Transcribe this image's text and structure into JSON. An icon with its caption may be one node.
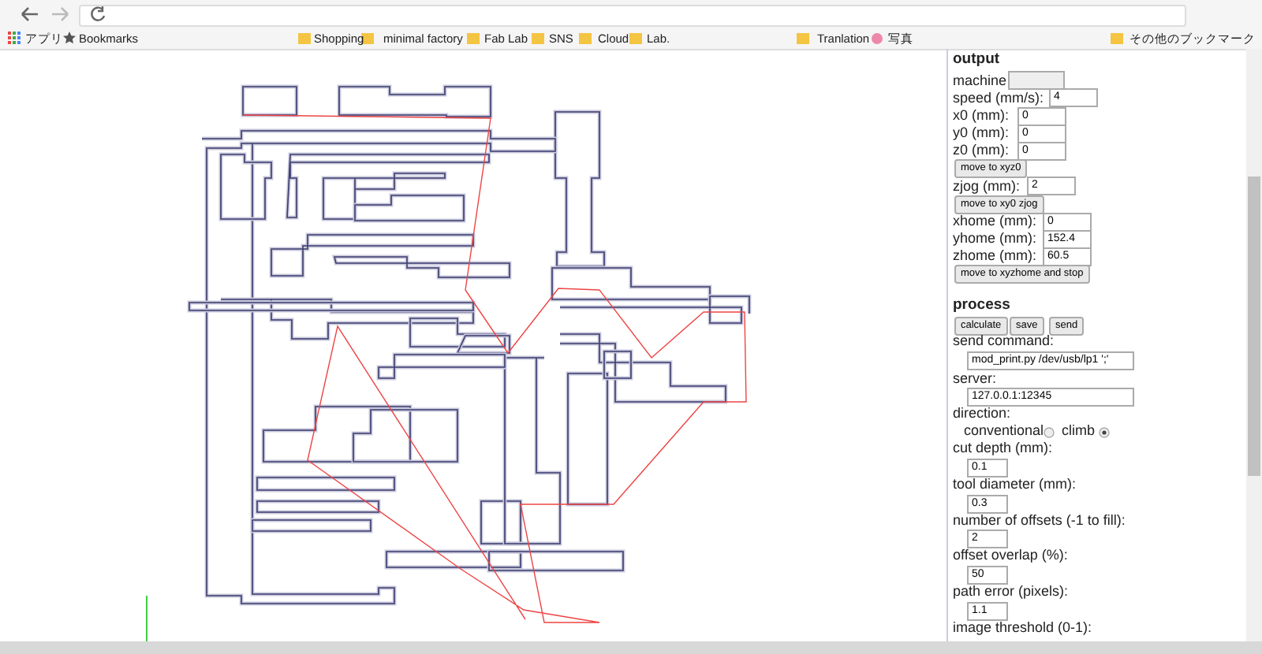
{
  "diagram": {
    "labels": [
      "アプリ",
      "Bookmarks",
      "Shopping",
      "minimal factory",
      "Fab Lab",
      "SNS",
      "Cloud",
      "Lab.",
      "Tranlation",
      "写真",
      "その他のブックマーク",
      "output",
      "machine",
      "speed (mm/s):",
      "4",
      "x0 (mm):",
      "0",
      "y0 (mm):",
      "0",
      "z0 (mm):",
      "0",
      "move to xyz0",
      "zjog (mm):",
      "2",
      "move to xy0 zjog",
      "xhome (mm):",
      "0",
      "yhome (mm):",
      "152.4",
      "zhome (mm):",
      "60.5",
      "move to xyzhome and stop",
      "process",
      "calculate",
      "save",
      "send",
      "send command:",
      "mod_print.py /dev/usb/lp1 ';'",
      "server:",
      "127.0.0.1:12345",
      "direction:",
      "conventional",
      "climb",
      "cut depth (mm):",
      "0.1",
      "tool diameter (mm):",
      "0.3",
      "number of offsets (-1 to fill):",
      "2",
      "offset overlap (%):",
      "50",
      "path error (pixels):",
      "1.1",
      "image threshold (0-1):"
    ]
  }
}
